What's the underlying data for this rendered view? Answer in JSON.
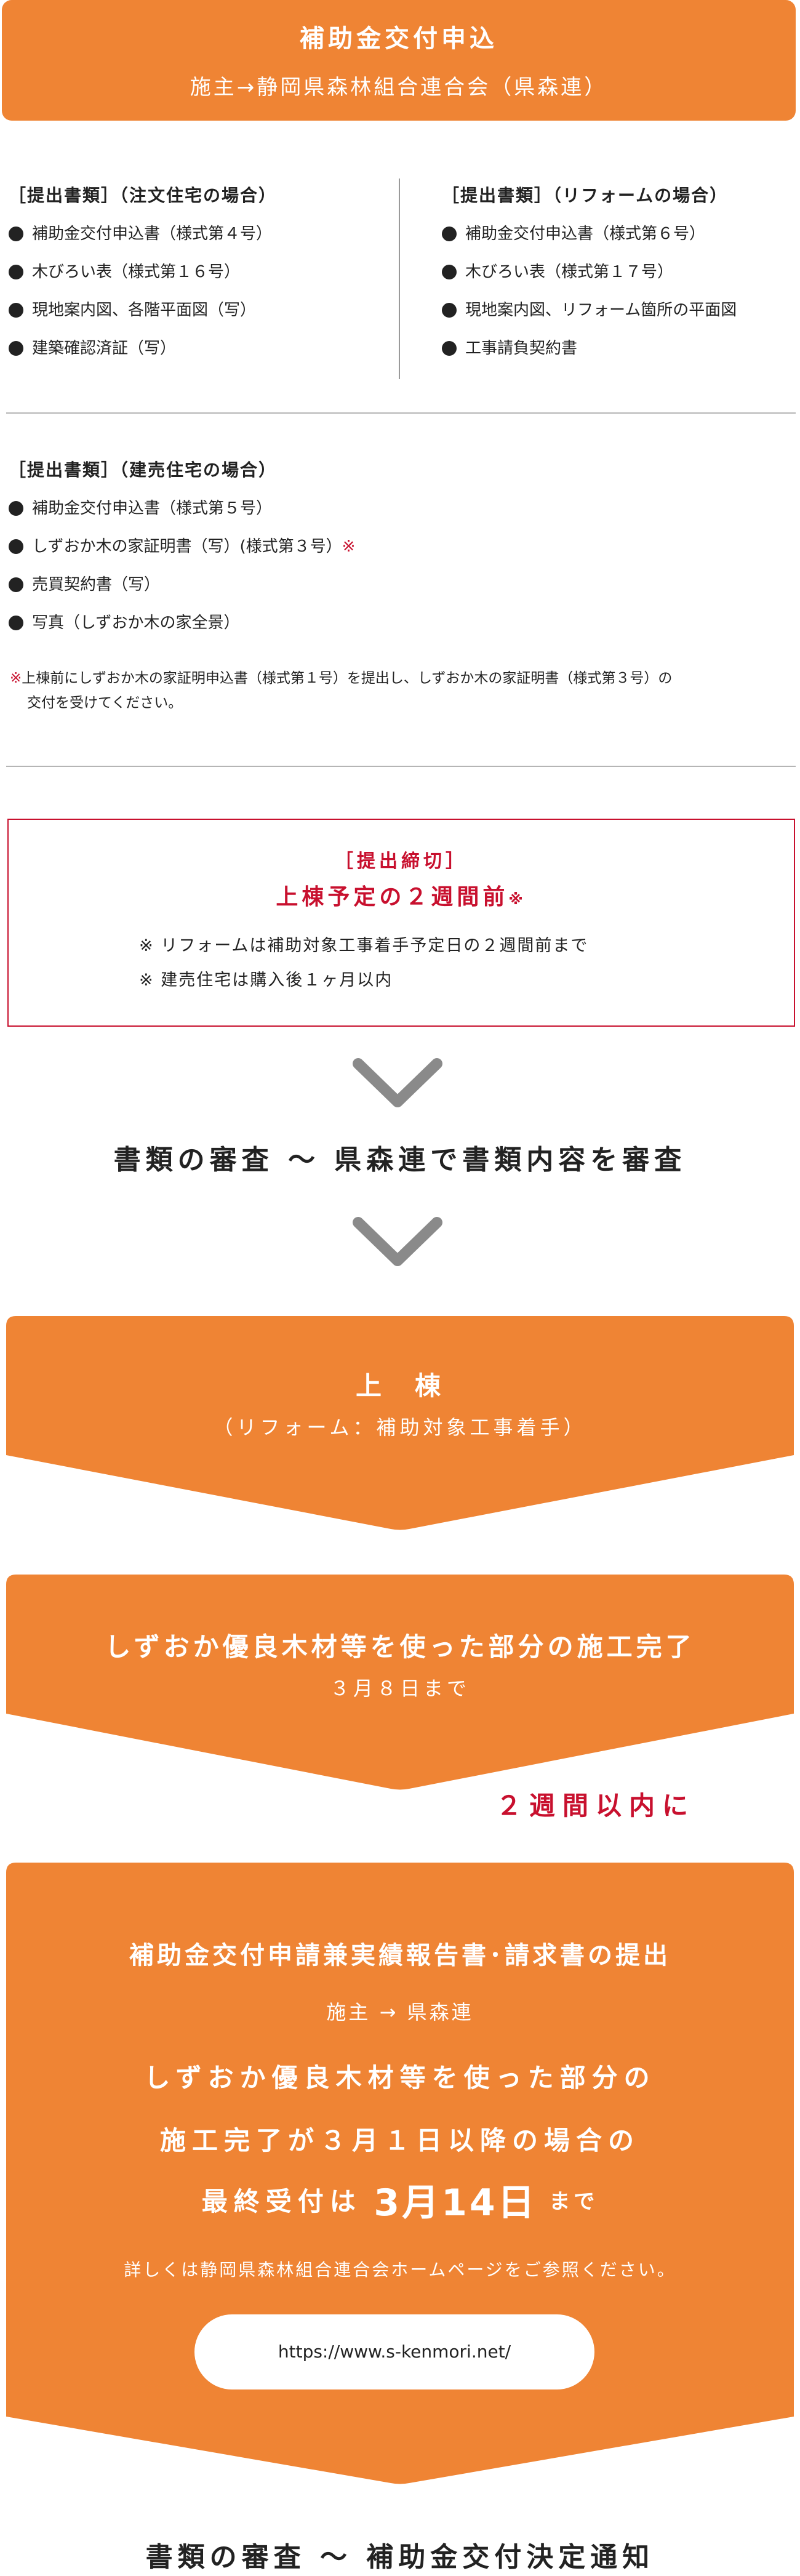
{
  "header": {
    "title": "補助金交付申込",
    "subtitle": "施主→静岡県森林組合連合会（県森連）"
  },
  "docs_custom": {
    "title": "［提出書類］（注文住宅の場合）",
    "items": [
      "補助金交付申込書（様式第４号）",
      "木びろい表（様式第１６号）",
      "現地案内図、各階平面図（写）",
      "建築確認済証（写）"
    ]
  },
  "docs_reform": {
    "title": "［提出書類］（リフォームの場合）",
    "items": [
      "補助金交付申込書（様式第６号）",
      "木びろい表（様式第１７号）",
      "現地案内図、リフォーム箇所の平面図",
      "工事請負契約書"
    ]
  },
  "docs_ready": {
    "title": "［提出書類］（建売住宅の場合）",
    "items": [
      "補助金交付申込書（様式第５号）",
      "しずおか木の家証明書（写）(様式第３号）",
      "売買契約書（写）",
      "写真（しずおか木の家全景）"
    ],
    "item_mark": "※",
    "note_mark": "※",
    "note_line1": "上棟前にしずおか木の家証明申込書（様式第１号）を提出し、しずおか木の家証明書（様式第３号）の",
    "note_line2": "交付を受けてください。"
  },
  "deadline": {
    "label": "［提出締切］",
    "main": "上棟予定の２週間前",
    "main_mark": "※",
    "note1": "※ リフォームは補助対象工事着手予定日の２週間前まで",
    "note2": "※ 建売住宅は購入後１ヶ月以内"
  },
  "review1": "書類の審査 〜 県森連で書類内容を審査",
  "framing": {
    "title": "上　棟",
    "sub": "（リフォーム：補助対象工事着手）"
  },
  "completion": {
    "title": "しずおか優良木材等を使った部分の施工完了",
    "sub": "３月８日まで"
  },
  "within": "２週間以内に",
  "report": {
    "title": "補助金交付申請兼実績報告書･請求書の提出",
    "route": "施主 → 県森連",
    "line1": "しずおか優良木材等を使った部分の",
    "line2": "施工完了が３月１日以降の場合の",
    "line3_pre": "最終受付は",
    "line3_date": "3月14日",
    "line3_post": "まで",
    "note": "詳しくは静岡県森林組合連合会ホームページをご参照ください。",
    "url": "https://www.s-kenmori.net/"
  },
  "review2": "書類の審査 〜 補助金交付決定通知",
  "colors": {
    "orange": "#ef8434",
    "red": "#c8102e",
    "chevron": "#8a8a8a"
  }
}
